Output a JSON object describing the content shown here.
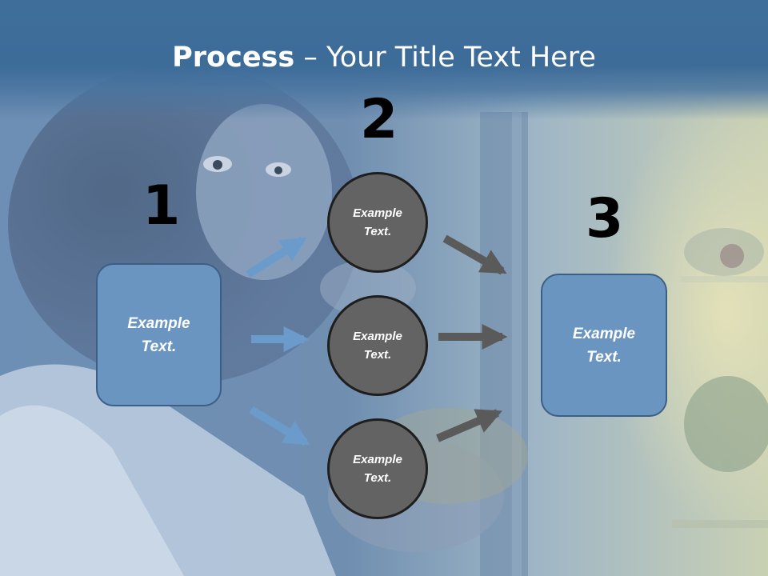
{
  "title": {
    "bold": "Process",
    "rest": " – Your Title Text Here"
  },
  "steps": {
    "one": "1",
    "two": "2",
    "three": "3"
  },
  "left_box": {
    "text": "Example\nText."
  },
  "circles": [
    {
      "text": "Example\nText."
    },
    {
      "text": "Example\nText."
    },
    {
      "text": "Example\nText."
    }
  ],
  "right_box": {
    "text": "Example\nText."
  },
  "colors": {
    "header": "#3f6e9b",
    "box_fill": "#6a95c0",
    "box_border": "#3c5f85",
    "circle_fill": "#636363",
    "circle_border": "#1e1e1e",
    "arrow_blue": "#6b9bcb",
    "arrow_gray": "#5a5a5a"
  }
}
